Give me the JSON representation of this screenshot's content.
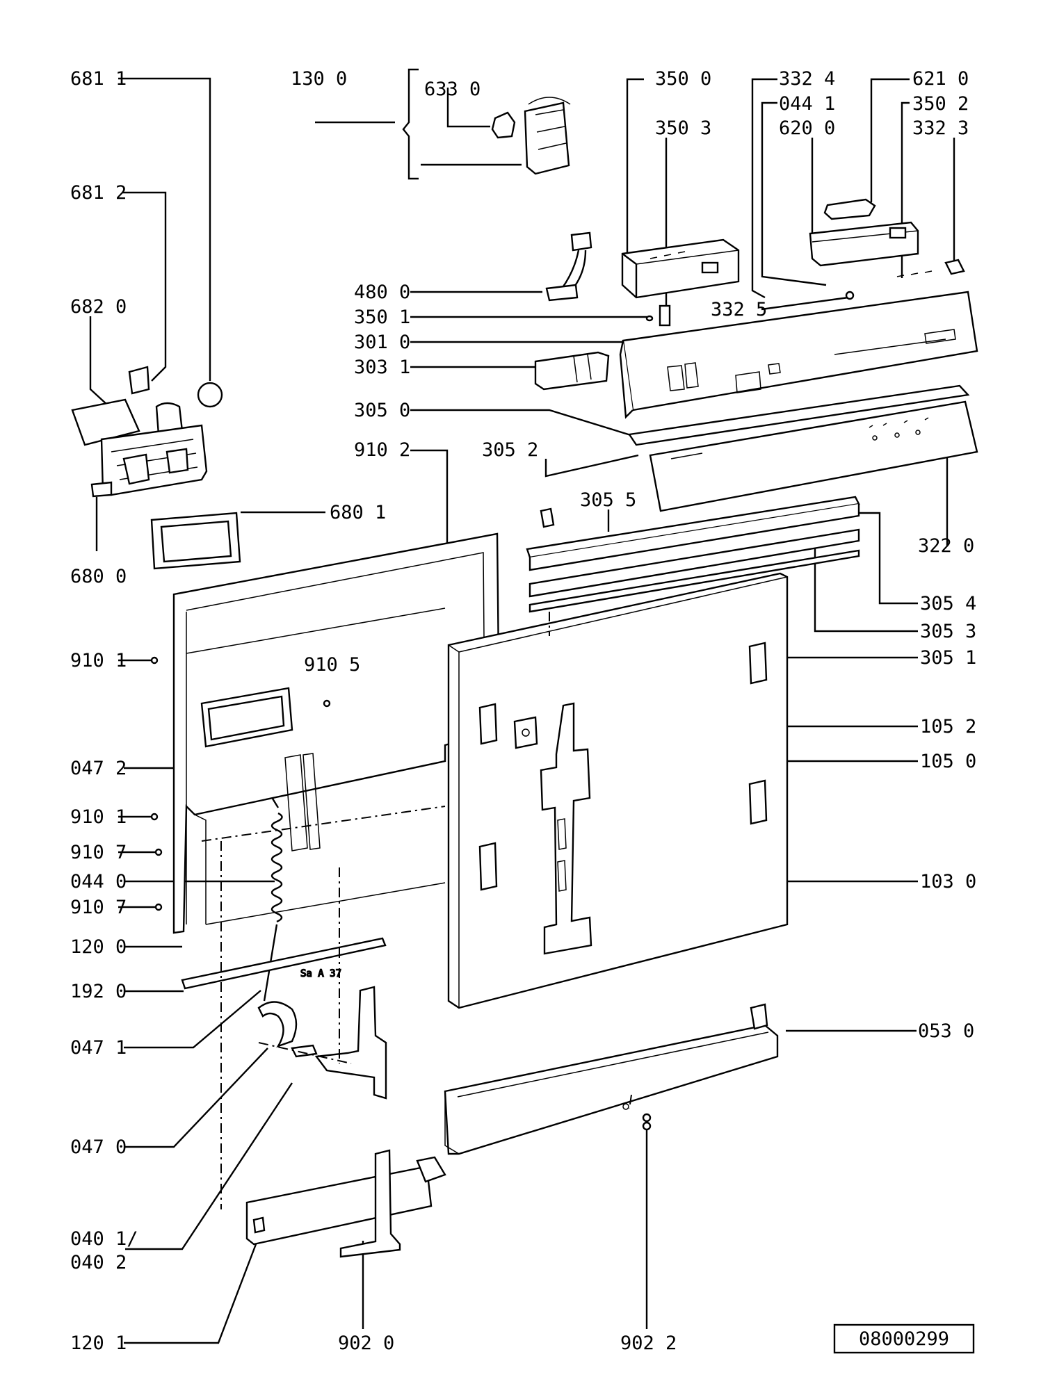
{
  "labels": {
    "l6811": "681 1",
    "l6812": "681 2",
    "l6820": "682 0",
    "l6800": "680 0",
    "l6801": "680 1",
    "l1300": "130 0",
    "l6330": "633 0",
    "l3500": "350 0",
    "l3503": "350 3",
    "l3324": "332 4",
    "l0441": "044 1",
    "l6200": "620 0",
    "l6210": "621 0",
    "l3502": "350 2",
    "l3323": "332 3",
    "l4800": "480 0",
    "l3501": "350 1",
    "l3325": "332 5",
    "l3010": "301 0",
    "l3031": "303 1",
    "l3050": "305 0",
    "l9102": "910 2",
    "l3052": "305 2",
    "l3055": "305 5",
    "l3220": "322 0",
    "l3054": "305 4",
    "l3053": "305 3",
    "l3051": "305 1",
    "l9101a": "910 1",
    "l9105": "910 5",
    "l0472": "047 2",
    "l1052": "105 2",
    "l1050": "105 0",
    "l9101b": "910 1",
    "l9107a": "910 7",
    "l0440": "044 0",
    "l9107b": "910 7",
    "l1030": "103 0",
    "l1200": "120 0",
    "l1920": "192 0",
    "l0471": "047 1",
    "l0530": "053 0",
    "l0470": "047 0",
    "l0401": "040 1/",
    "l0402": "040 2",
    "l1201": "120 1",
    "l9020": "902 0",
    "l9022": "902 2"
  },
  "reference_code": "08000299",
  "stamp_text": "Sa A 37"
}
